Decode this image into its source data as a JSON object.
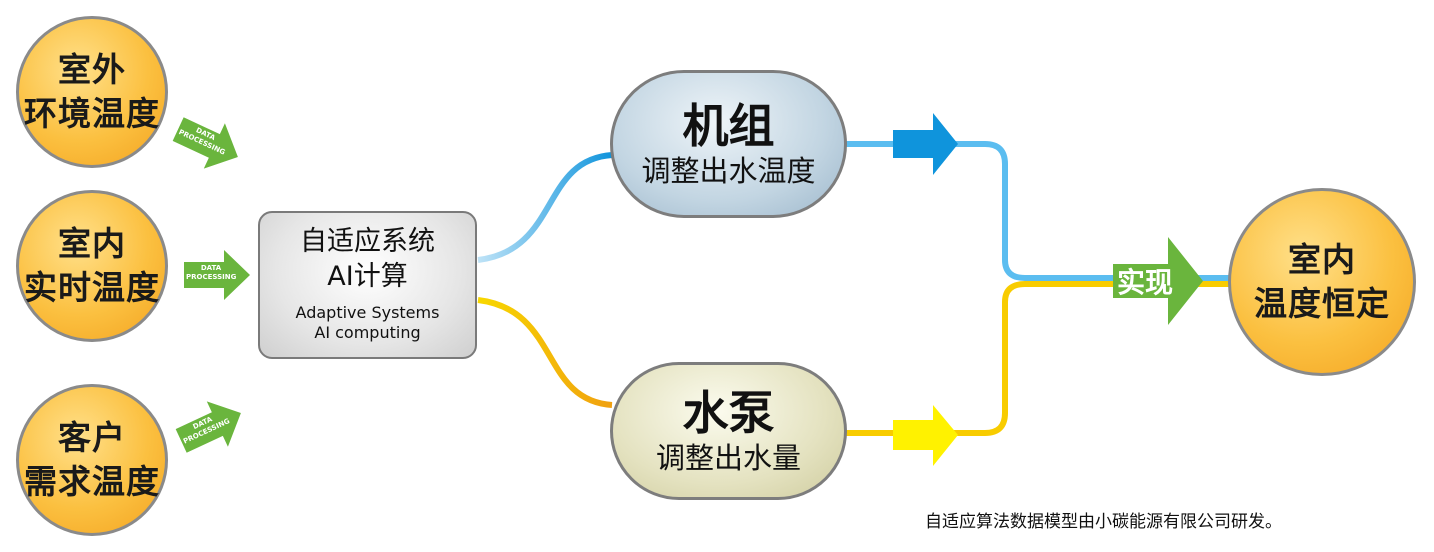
{
  "inputs": [
    {
      "line1": "室外",
      "line2": "环境温度"
    },
    {
      "line1": "室内",
      "line2": "实时温度"
    },
    {
      "line1": "客户",
      "line2": "需求温度"
    }
  ],
  "data_arrow": {
    "line1": "DATA",
    "line2": "PROCESSING"
  },
  "ai_box": {
    "title": "自适应系统",
    "subtitle": "AI计算",
    "en_line1": "Adaptive Systems",
    "en_line2": "AI computing"
  },
  "unit": {
    "title": "机组",
    "subtitle": "调整出水温度"
  },
  "pump": {
    "title": "水泵",
    "subtitle": "调整出水量"
  },
  "realize_label": "实现",
  "output": {
    "line1": "室内",
    "line2": "温度恒定"
  },
  "footer": "自适应算法数据模型由小碳能源有限公司研发。",
  "colors": {
    "blue": "#0f94dc",
    "light_blue": "#5bbdf0",
    "yellow": "#f8d800",
    "orange": "#f2a40f",
    "green": "#6ab53d",
    "circle": "#f7b030"
  }
}
